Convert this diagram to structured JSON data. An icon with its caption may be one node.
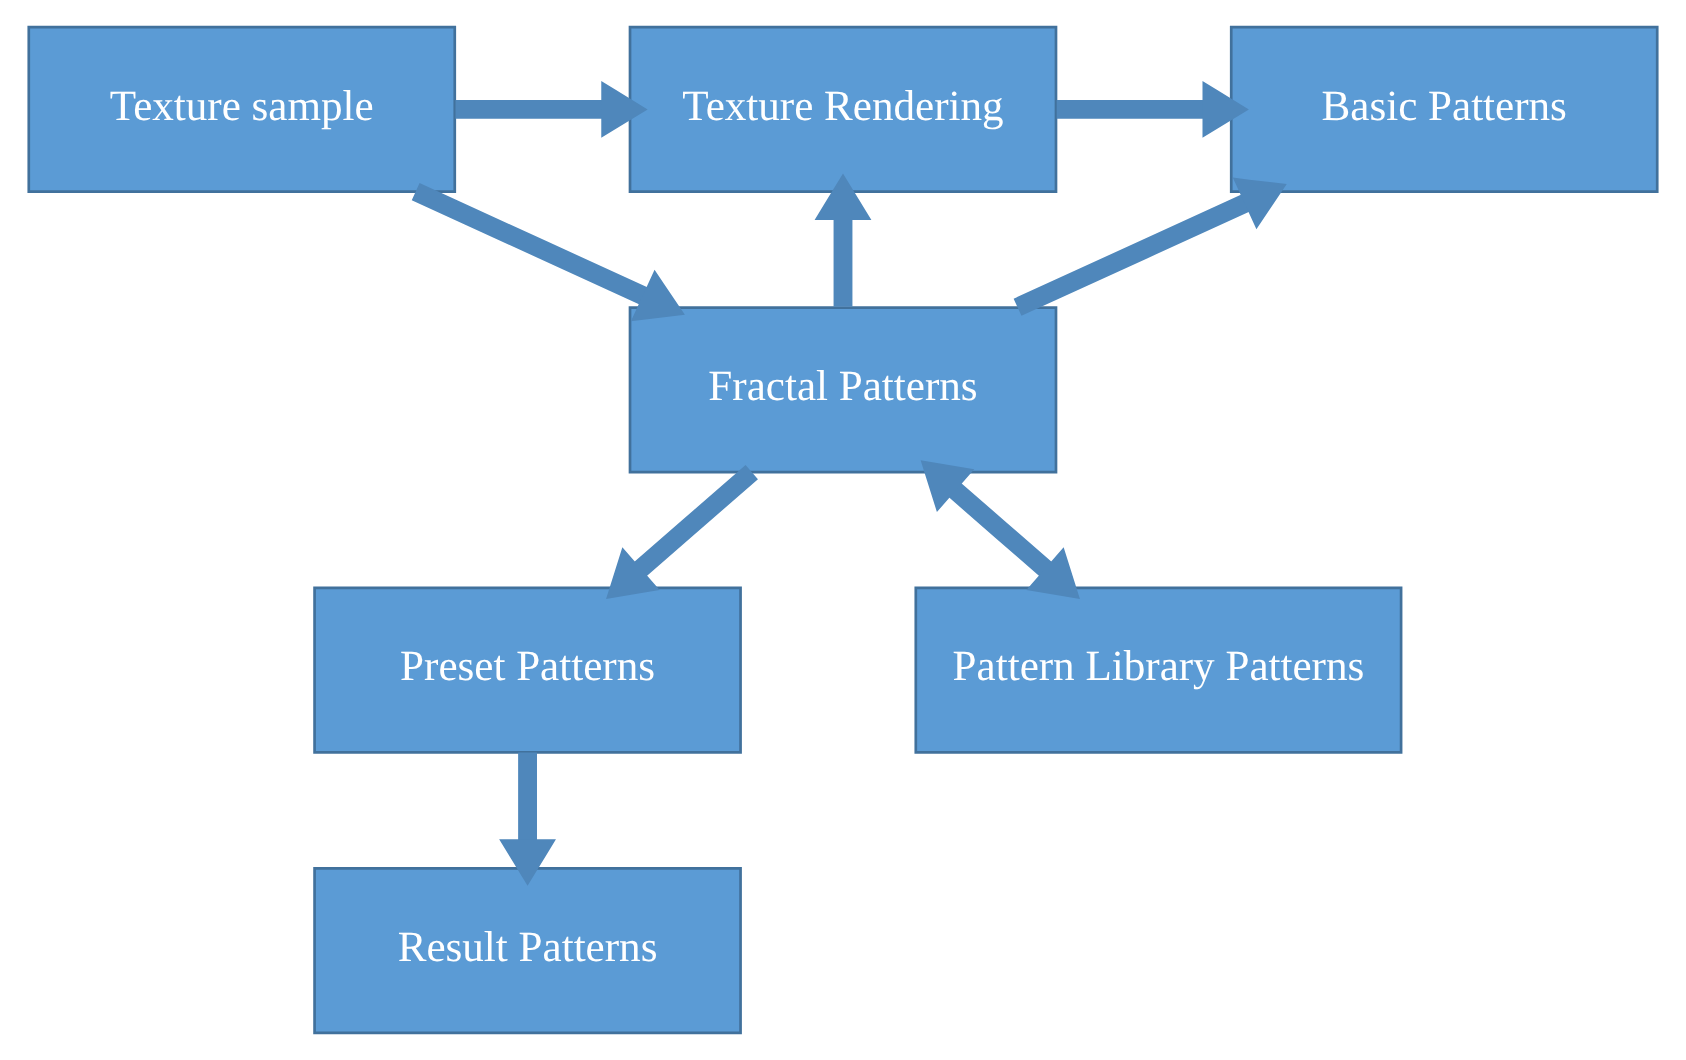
{
  "diagram": {
    "nodes": [
      {
        "text": [
          "Texture sample"
        ]
      },
      {
        "text": [
          "Texture Rendering"
        ]
      },
      {
        "text": [
          "Basic Patterns"
        ]
      },
      {
        "text": [
          "Fractal Patterns"
        ]
      },
      {
        "text": [
          "Preset Patterns"
        ]
      },
      {
        "text": [
          "Pattern Library Patterns"
        ]
      },
      {
        "text": [
          "Result Patterns"
        ]
      }
    ],
    "edges": [
      {
        "from": 0,
        "to": 1,
        "arrow": "to"
      },
      {
        "from": 1,
        "to": 2,
        "arrow": "to"
      },
      {
        "from": 0,
        "to": 3,
        "arrow": "to"
      },
      {
        "from": 3,
        "to": 1,
        "arrow": "to"
      },
      {
        "from": 3,
        "to": 2,
        "arrow": "to"
      },
      {
        "from": 3,
        "to": 5,
        "arrow": "both"
      },
      {
        "from": 3,
        "to": 4,
        "arrow": "to"
      },
      {
        "from": 4,
        "to": 6,
        "arrow": "to"
      }
    ]
  }
}
